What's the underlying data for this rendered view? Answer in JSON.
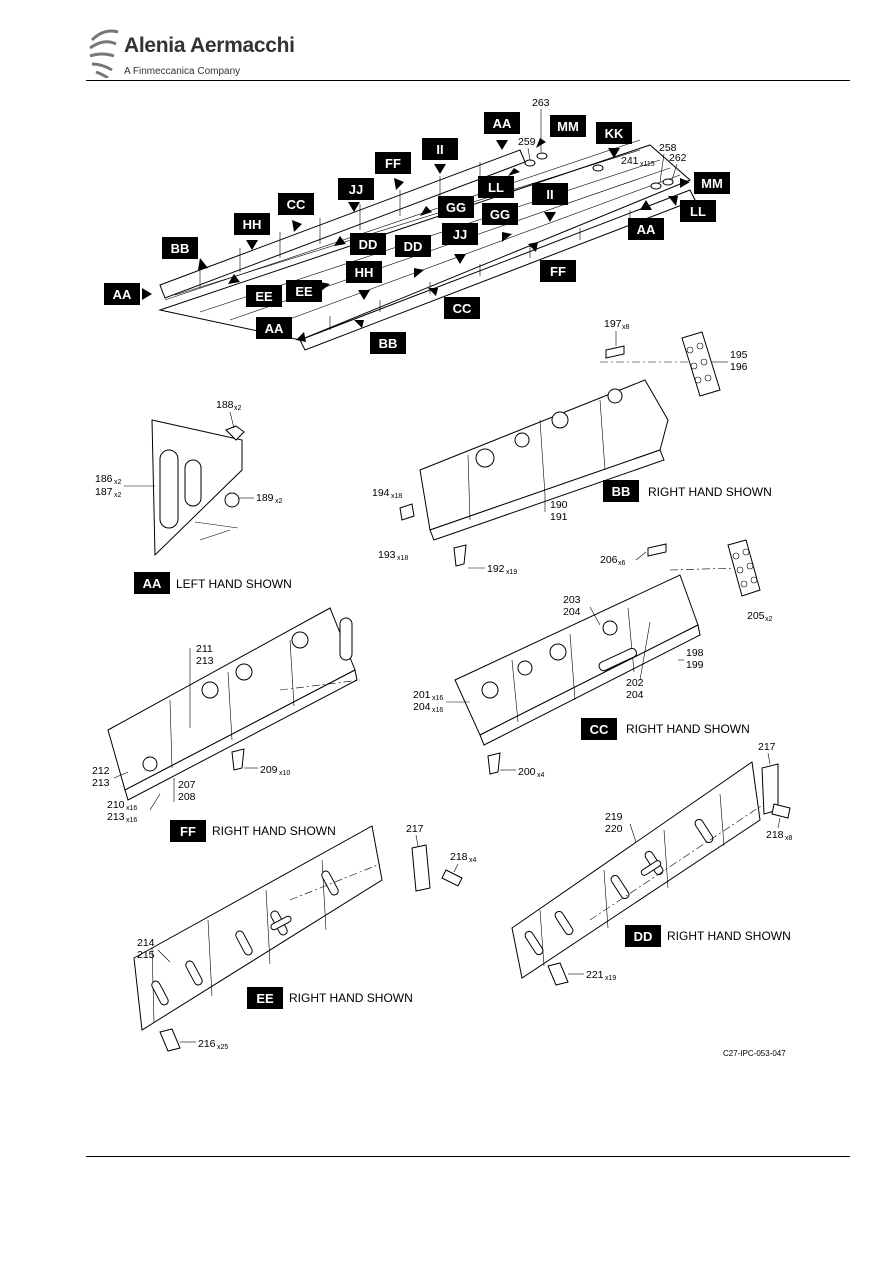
{
  "header": {
    "company": "Alenia Aermacchi",
    "tagline": "A Finmeccanica Company"
  },
  "overview": {
    "tags": [
      "AA",
      "BB",
      "HH",
      "CC",
      "JJ",
      "FF",
      "II",
      "AA",
      "MM",
      "KK",
      "LL",
      "GG",
      "DD",
      "EE",
      "HH",
      "DD",
      "JJ",
      "GG",
      "II",
      "FF",
      "CC",
      "BB",
      "AA",
      "EE",
      "LL",
      "MM",
      "AA"
    ],
    "callouts": [
      "263",
      "259",
      "241",
      "x115",
      "258",
      "262"
    ]
  },
  "views": {
    "aa": {
      "tag": "AA",
      "caption": "LEFT HAND SHOWN",
      "labels": [
        "188",
        "x2",
        "186",
        "x2",
        "187",
        "x2",
        "189",
        "x2"
      ]
    },
    "bb": {
      "tag": "BB",
      "caption": "RIGHT HAND SHOWN",
      "labels": [
        "197",
        "x8",
        "195",
        "196",
        "194",
        "x18",
        "193",
        "x18",
        "192",
        "x19",
        "190",
        "191"
      ]
    },
    "cc": {
      "tag": "CC",
      "caption": "RIGHT HAND SHOWN",
      "labels": [
        "206",
        "x6",
        "205",
        "x2",
        "203",
        "204",
        "198",
        "199",
        "202",
        "204",
        "201",
        "x16",
        "204",
        "x16",
        "200",
        "x4"
      ]
    },
    "ff": {
      "tag": "FF",
      "caption": "RIGHT HAND SHOWN",
      "labels": [
        "211",
        "213",
        "212",
        "213",
        "209",
        "x10",
        "210",
        "x16",
        "213",
        "x16",
        "207",
        "208"
      ]
    },
    "ee": {
      "tag": "EE",
      "caption": "RIGHT HAND SHOWN",
      "labels": [
        "217",
        "218",
        "x4",
        "214",
        "215",
        "216",
        "x25"
      ]
    },
    "dd": {
      "tag": "DD",
      "caption": "RIGHT HAND SHOWN",
      "labels": [
        "217",
        "218",
        "x8",
        "219",
        "220",
        "221",
        "x19"
      ]
    }
  },
  "figure_id": "C27-IPC-053-047"
}
